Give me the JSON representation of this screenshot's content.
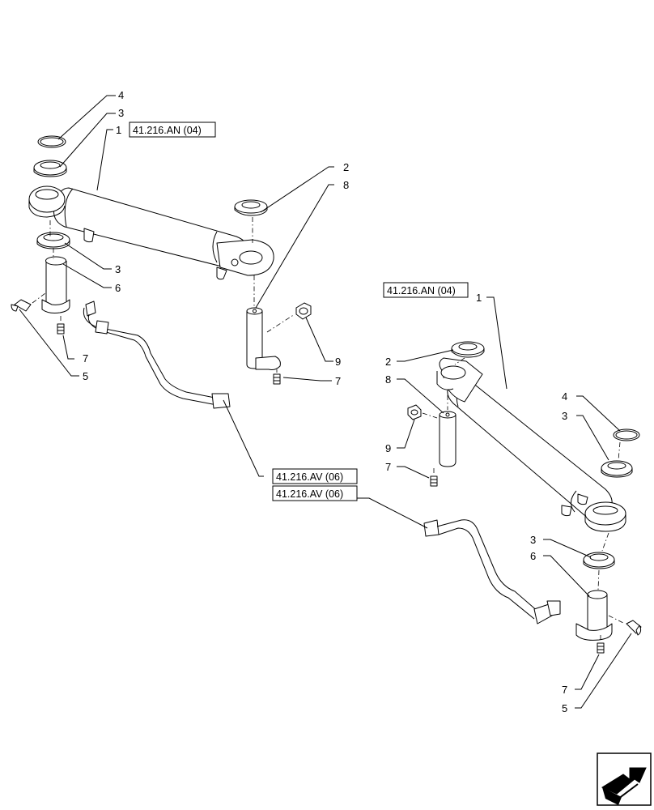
{
  "callouts": {
    "left": {
      "p4": "4",
      "p3_top": "3",
      "p1": "1",
      "p2": "2",
      "p8": "8",
      "p3_bottom": "3",
      "p6": "6",
      "p9": "9",
      "p7_a": "7",
      "p7_b": "7",
      "p5": "5"
    },
    "right": {
      "p1": "1",
      "p2": "2",
      "p8": "8",
      "p4": "4",
      "p3_top": "3",
      "p9": "9",
      "p7_a": "7",
      "p3_bottom": "3",
      "p6": "6",
      "p7_b": "7",
      "p5": "5"
    }
  },
  "references": {
    "left_cylinder": "41.216.AN (04)",
    "right_cylinder": "41.216.AN (04)",
    "left_hose": "41.216.AV (06)",
    "right_hose": "41.216.AV (06)"
  },
  "nav_icon": "arrow-icon",
  "colors": {
    "line": "#000000",
    "background": "#ffffff"
  }
}
